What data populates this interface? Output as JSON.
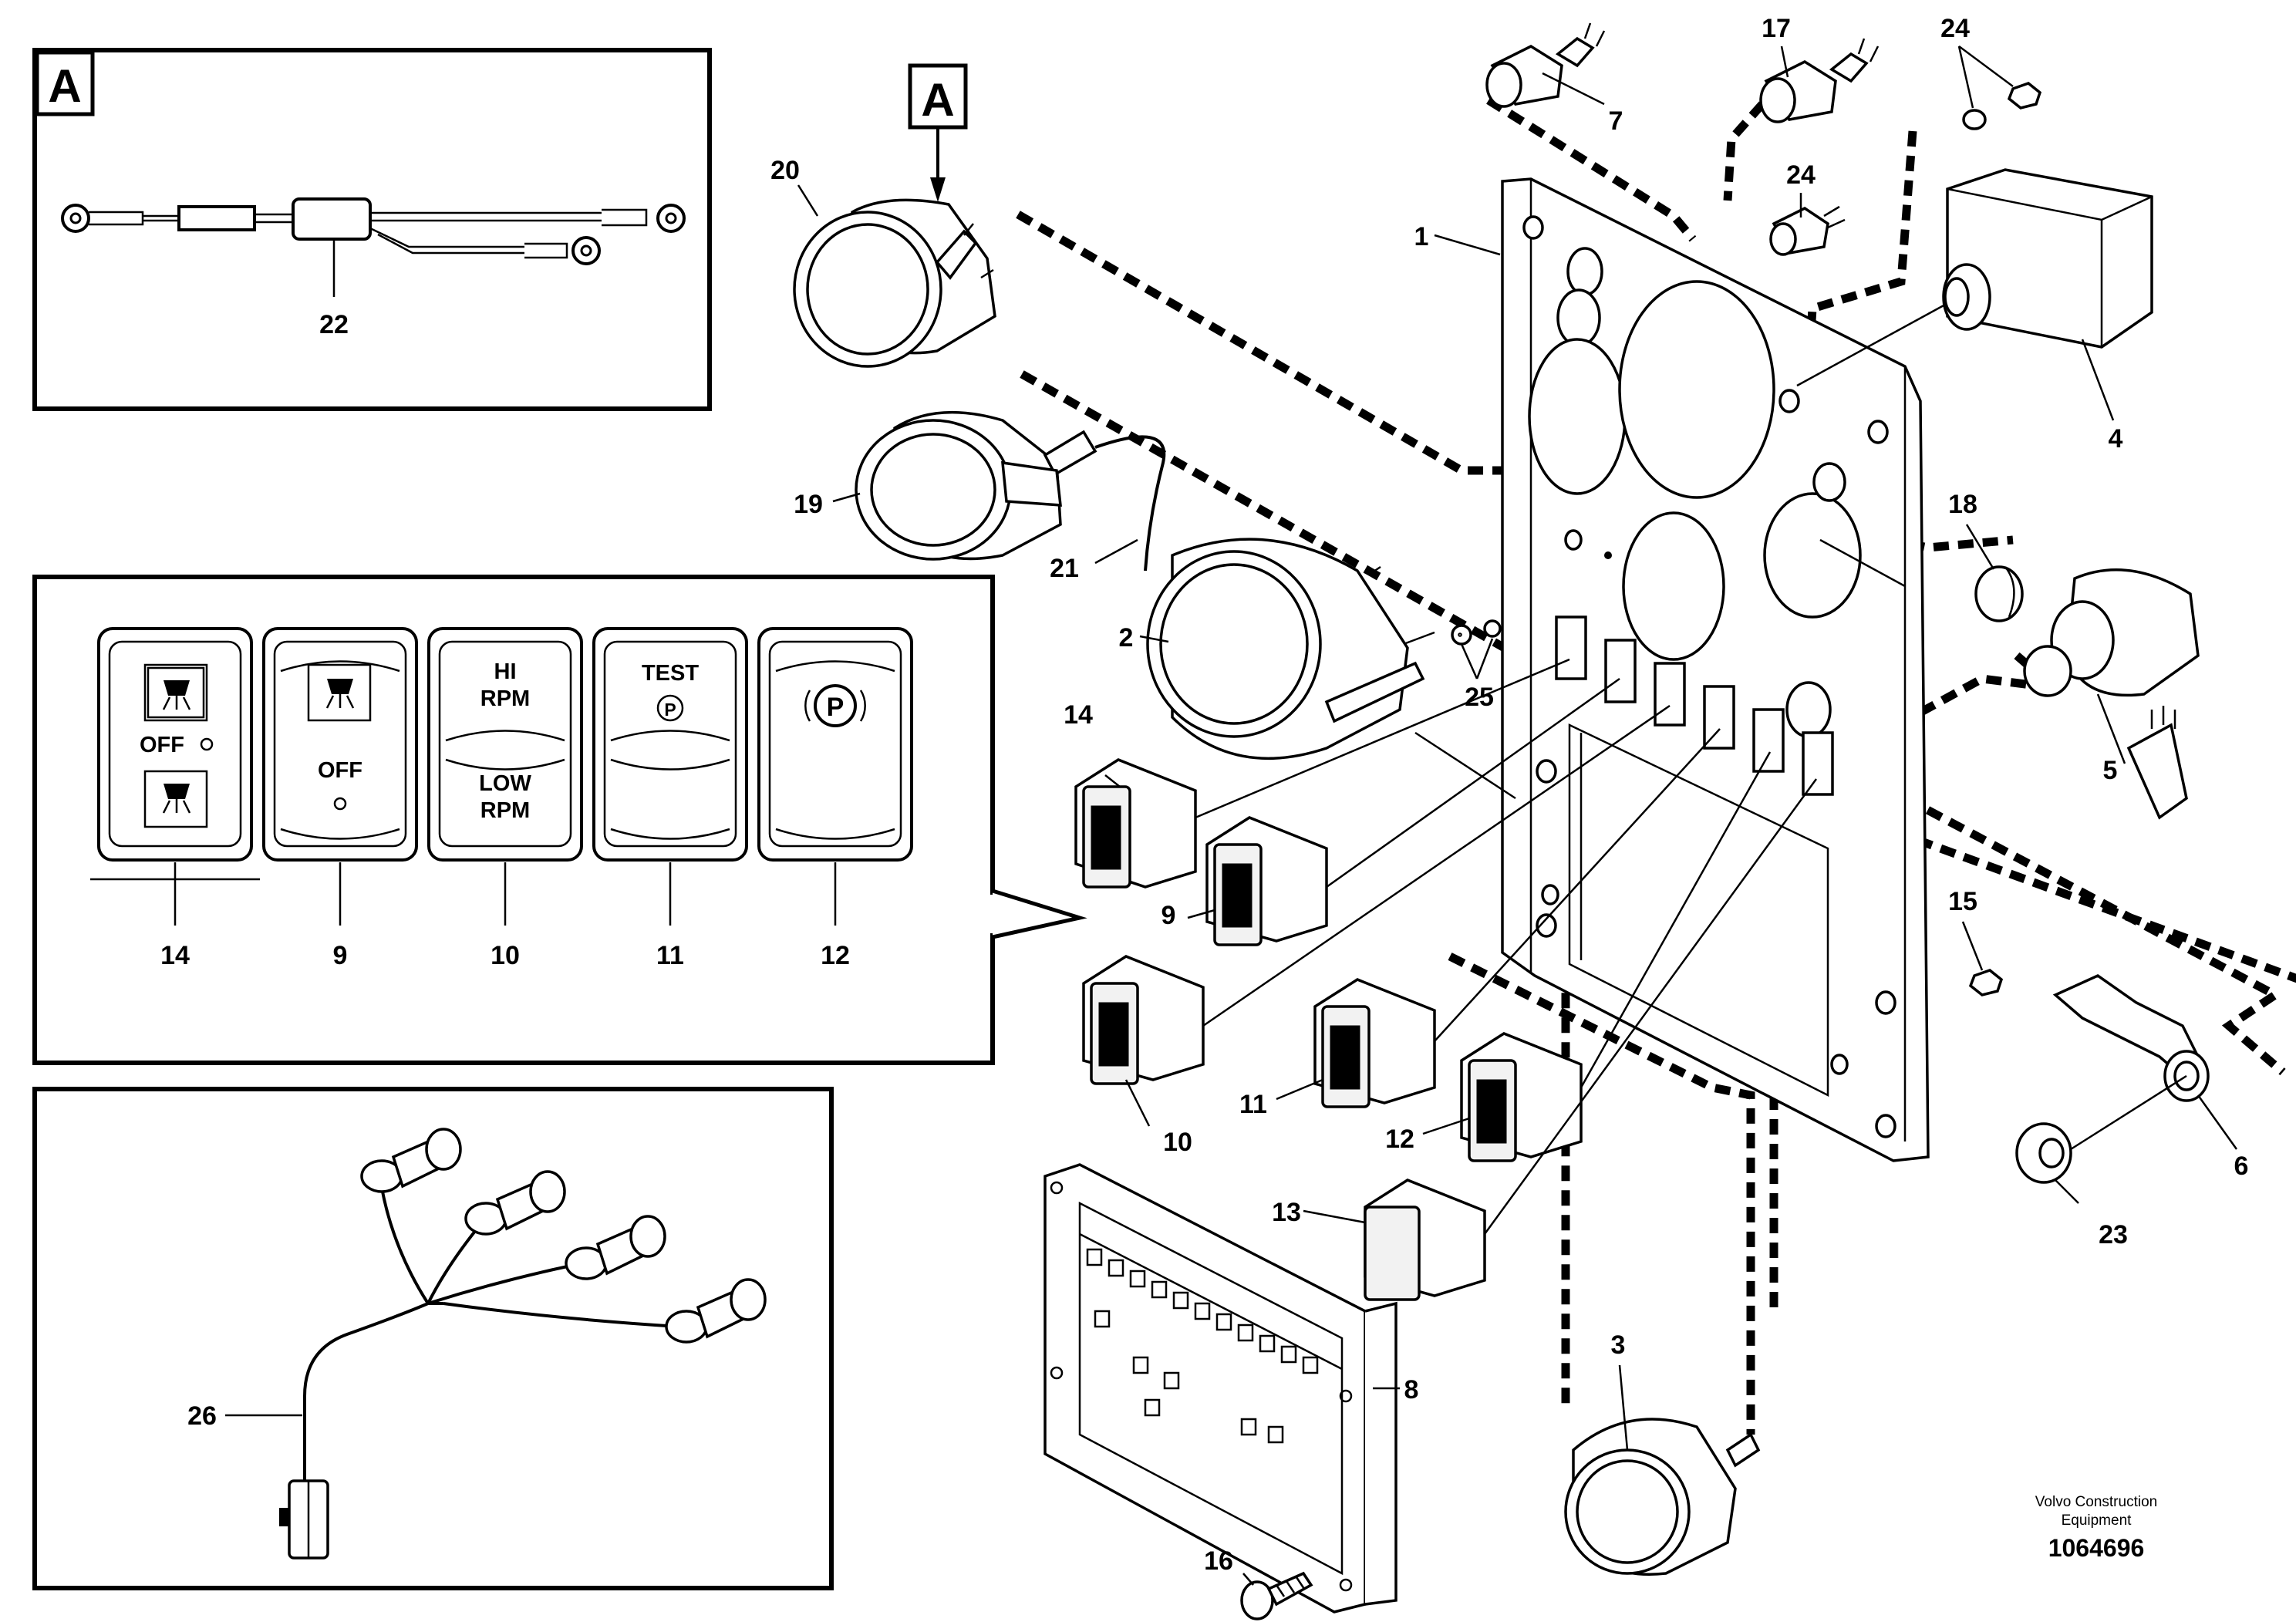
{
  "insets": {
    "a_box_letter": "A",
    "a_pointer_letter": "A"
  },
  "switches": [
    {
      "ref": "14",
      "line1": "OFF",
      "line2": ""
    },
    {
      "ref": "9",
      "line1": "OFF",
      "line2": ""
    },
    {
      "ref": "10",
      "line1": "HI",
      "line2": "RPM",
      "line3": "LOW",
      "line4": "RPM"
    },
    {
      "ref": "11",
      "line1": "TEST",
      "line2": "P"
    },
    {
      "ref": "12",
      "line1": "P"
    }
  ],
  "callouts": {
    "c1": "1",
    "c2": "2",
    "c3": "3",
    "c4": "4",
    "c5": "5",
    "c6": "6",
    "c7": "7",
    "c8": "8",
    "c9": "9",
    "c10": "10",
    "c11": "11",
    "c12": "12",
    "c13": "13",
    "c14": "14",
    "c15": "15",
    "c16": "16",
    "c17": "17",
    "c18": "18",
    "c19": "19",
    "c20": "20",
    "c21": "21",
    "c22": "22",
    "c23": "23",
    "c24a": "24",
    "c24b": "24",
    "c25": "25",
    "c26": "26"
  },
  "footer": {
    "brand_line1": "Volvo Construction",
    "brand_line2": "Equipment",
    "figure_number": "1064696"
  }
}
